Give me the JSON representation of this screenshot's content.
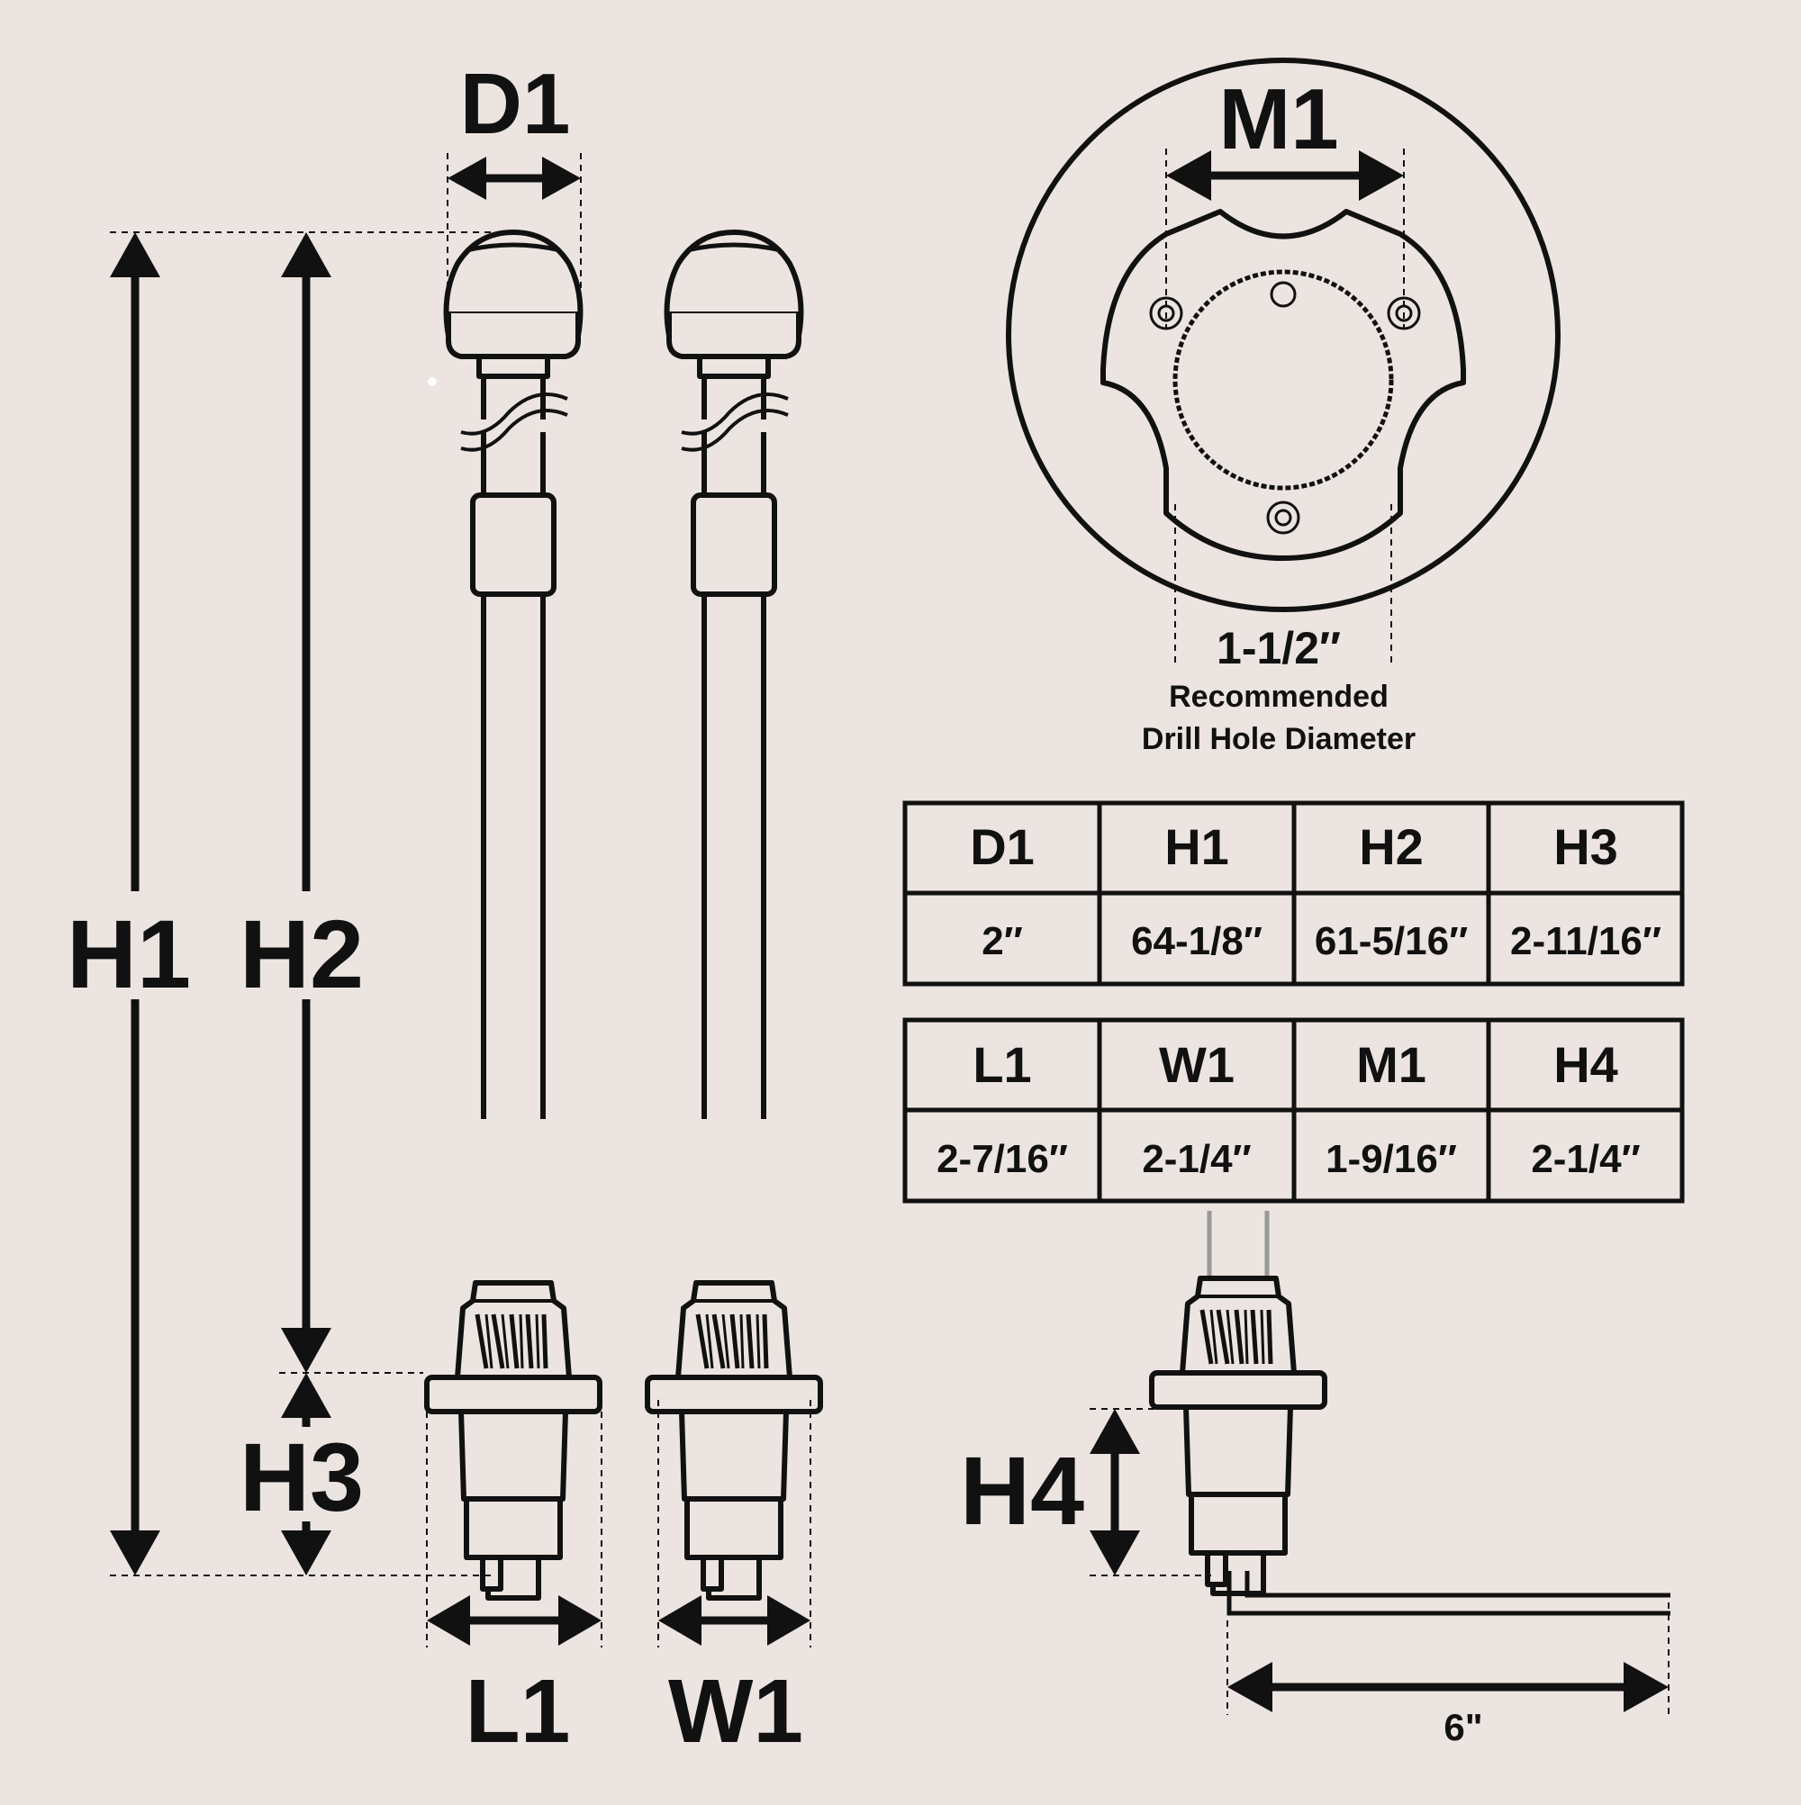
{
  "labels": {
    "d1": "D1",
    "h1": "H1",
    "h2": "H2",
    "h3": "H3",
    "h4": "H4",
    "l1": "L1",
    "w1": "W1",
    "m1": "M1",
    "drill_size": "1-1/2″",
    "drill_caption_1": "Recommended",
    "drill_caption_2": "Drill Hole Diameter",
    "wire_length": "6\""
  },
  "table1": {
    "headers": [
      "D1",
      "H1",
      "H2",
      "H3"
    ],
    "values": [
      "2″",
      "64-1/8″",
      "61-5/16″",
      "2-11/16″"
    ]
  },
  "table2": {
    "headers": [
      "L1",
      "W1",
      "M1",
      "H4"
    ],
    "values": [
      "2-7/16″",
      "2-1/4″",
      "1-9/16″",
      "2-1/4″"
    ]
  }
}
